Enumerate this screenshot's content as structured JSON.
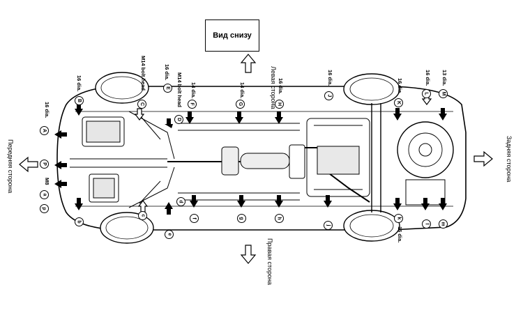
{
  "title": "Вид снизу",
  "sides": {
    "left": "Левая сторона",
    "right": "Правая сторона",
    "front": "Передняя сторона",
    "rear": "Задняя сторона"
  },
  "callouts": {
    "d16_a": "16 dia.",
    "d16_b": "16 dia.",
    "bolt_c": "M14 bolt head",
    "d16_e": "16 dia.",
    "bolt_d": "M14 bolt head",
    "d14_f": "14 dia.",
    "d14_g": "14 dia.",
    "d16_h": "16 dia.",
    "d16_j": "16 dia.",
    "d16_k": "16 dia.",
    "d16_l": "16 dia.",
    "d13_m": "13 dia.",
    "m8_p": "M8",
    "d16_k_lower": "16 dia."
  },
  "markers": {
    "upper": [
      "A",
      "B",
      "C",
      "D",
      "E",
      "F",
      "G",
      "H",
      "J",
      "K",
      "L",
      "M",
      "P"
    ],
    "lower": [
      "a",
      "b",
      "c",
      "d",
      "e",
      "f",
      "g",
      "h",
      "j",
      "k",
      "l",
      "m",
      "p"
    ]
  },
  "icons": {
    "arrow": "hollow-arrow-icon",
    "pointer": "solid-arrow-icon",
    "marker": "circled-letter-icon"
  }
}
